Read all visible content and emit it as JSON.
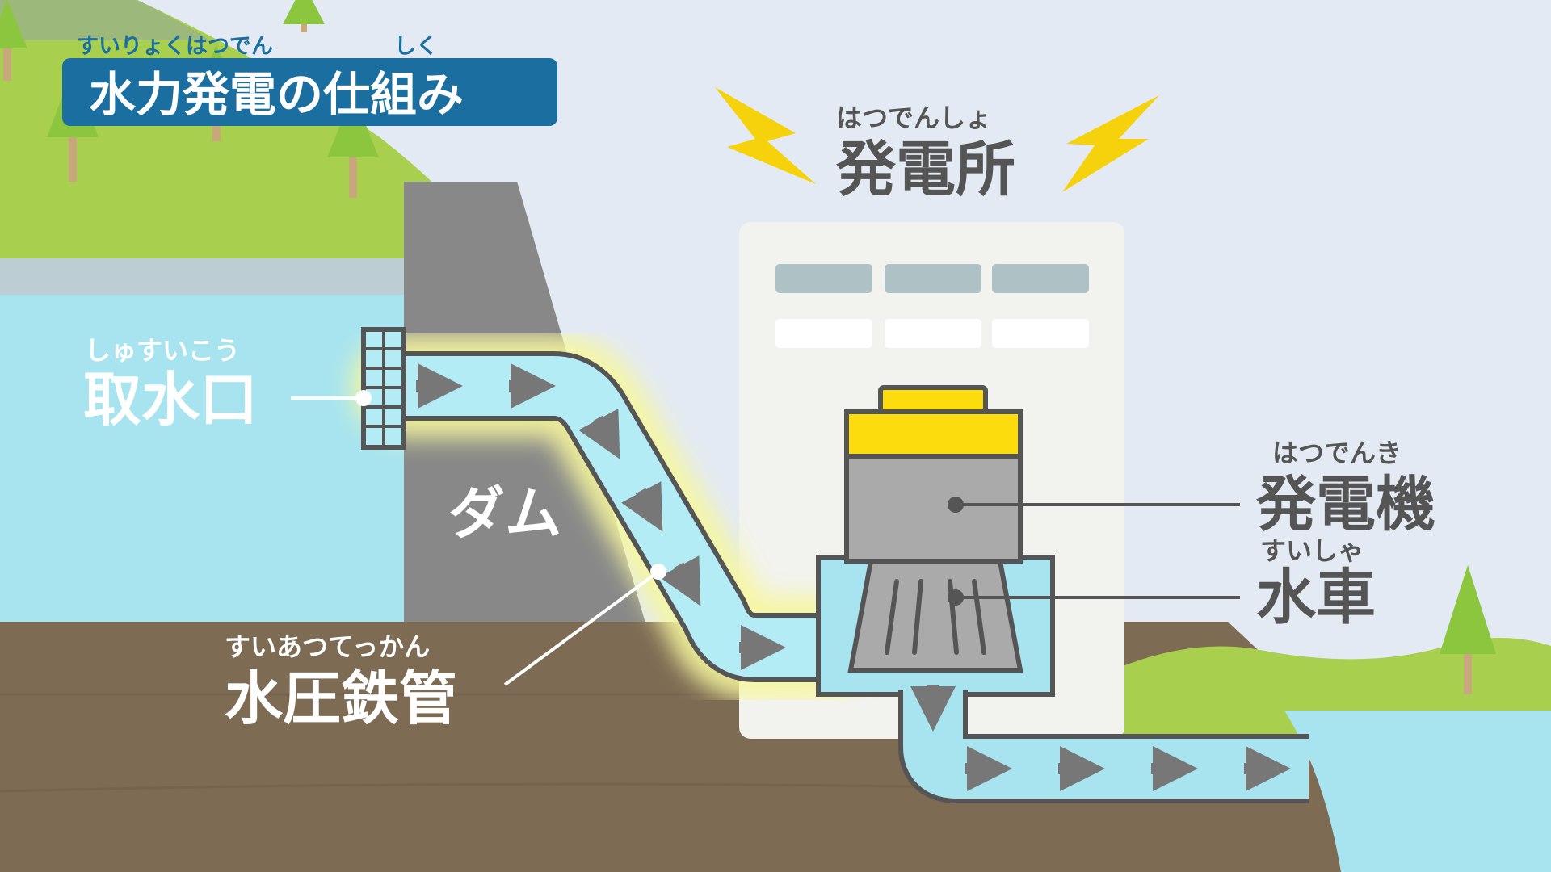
{
  "title": {
    "text": "水力発電の仕組み",
    "ruby_main": "すいりょくはつでん",
    "ruby_sub": "しく"
  },
  "labels": {
    "intake": {
      "text": "取水口",
      "ruby": "しゅすいこう"
    },
    "dam": {
      "text": "ダム"
    },
    "penstock": {
      "text": "水圧鉄管",
      "ruby": "すいあつてっかん"
    },
    "powerhouse": {
      "text": "発電所",
      "ruby": "はつでんしょ"
    },
    "generator": {
      "text": "発電機",
      "ruby": "はつでんき"
    },
    "turbine": {
      "text": "水車",
      "ruby": "すいしゃ"
    }
  },
  "colors": {
    "sky": "#e3eaf3",
    "water": "#a8e4ef",
    "hill": "#a9cf4f",
    "dam": "#888888",
    "ground": "#7d6b54",
    "title_bg": "#1a6fa0",
    "lightning": "#f5d20c",
    "generator_top": "#fcdc0c",
    "pipe_outline": "#555555"
  }
}
